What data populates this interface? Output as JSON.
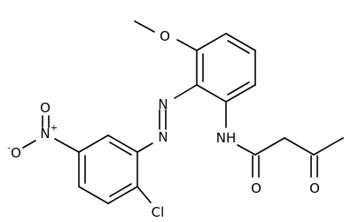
{
  "molecule": {
    "atoms": {
      "methoxy_o": "O",
      "azo_n1": "N",
      "azo_n2": "N",
      "amide_nh": "NH",
      "amide_o": "O",
      "keto_o": "O",
      "nitro_n": "N",
      "nitro_n_charge": "+",
      "nitro_o_top": "O",
      "nitro_o_minus": "O",
      "nitro_o_charge": "-",
      "chloro": "Cl"
    }
  }
}
